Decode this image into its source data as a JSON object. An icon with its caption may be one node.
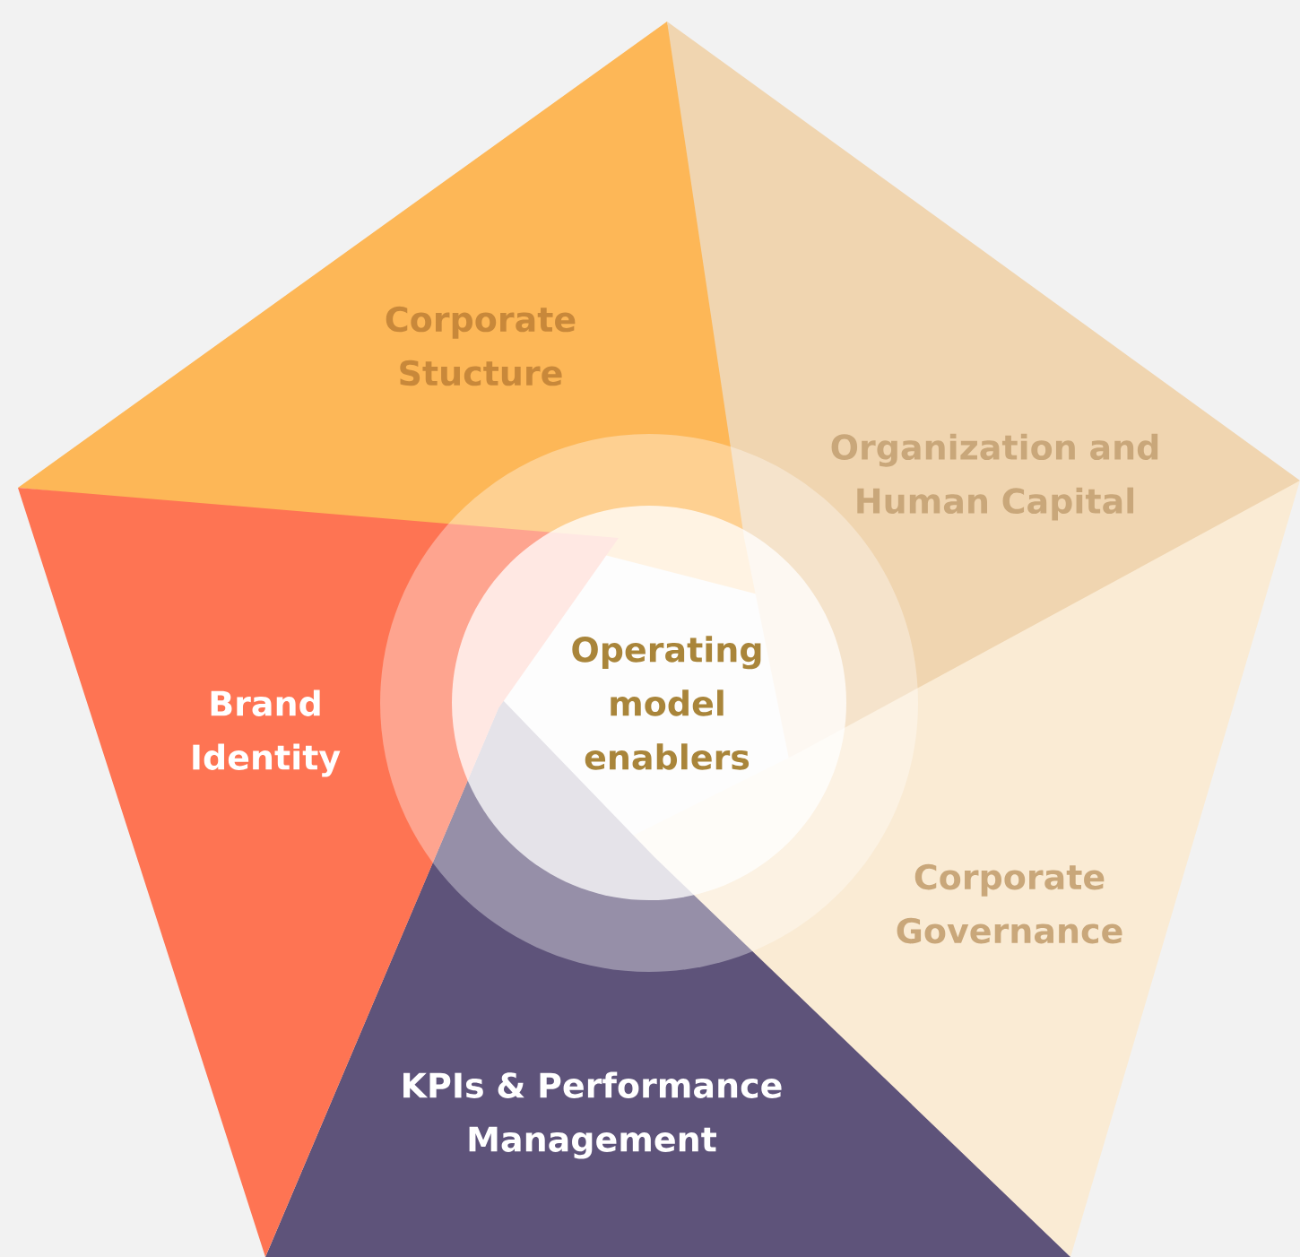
{
  "diagram": {
    "nodes": [
      {
        "text": [
          "Corporate Stucture"
        ]
      },
      {
        "text": [
          "Organization and Human Capital"
        ]
      },
      {
        "text": [
          "Operating model enablers"
        ]
      },
      {
        "text": [
          "Brand Identity"
        ]
      },
      {
        "text": [
          "Corporate Governance"
        ]
      },
      {
        "text": [
          "KPIs & Performance Management"
        ]
      }
    ]
  }
}
